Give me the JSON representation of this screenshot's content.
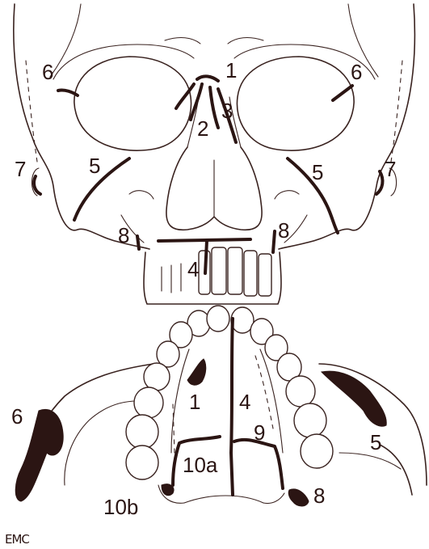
{
  "labels_top": {
    "l1": "1",
    "l2": "2",
    "l3": "3",
    "l4": "4",
    "l5_left": "5",
    "l5_right": "5",
    "l6_left": "6",
    "l6_right": "6",
    "l7_left": "7",
    "l7_right": "7",
    "l8_left": "8",
    "l8_right": "8"
  },
  "labels_bottom": {
    "l1": "1",
    "l4": "4",
    "l5": "5",
    "l6": "6",
    "l8": "8",
    "l9": "9",
    "l10a": "10a",
    "l10b": "10b"
  },
  "credit": "EMC"
}
